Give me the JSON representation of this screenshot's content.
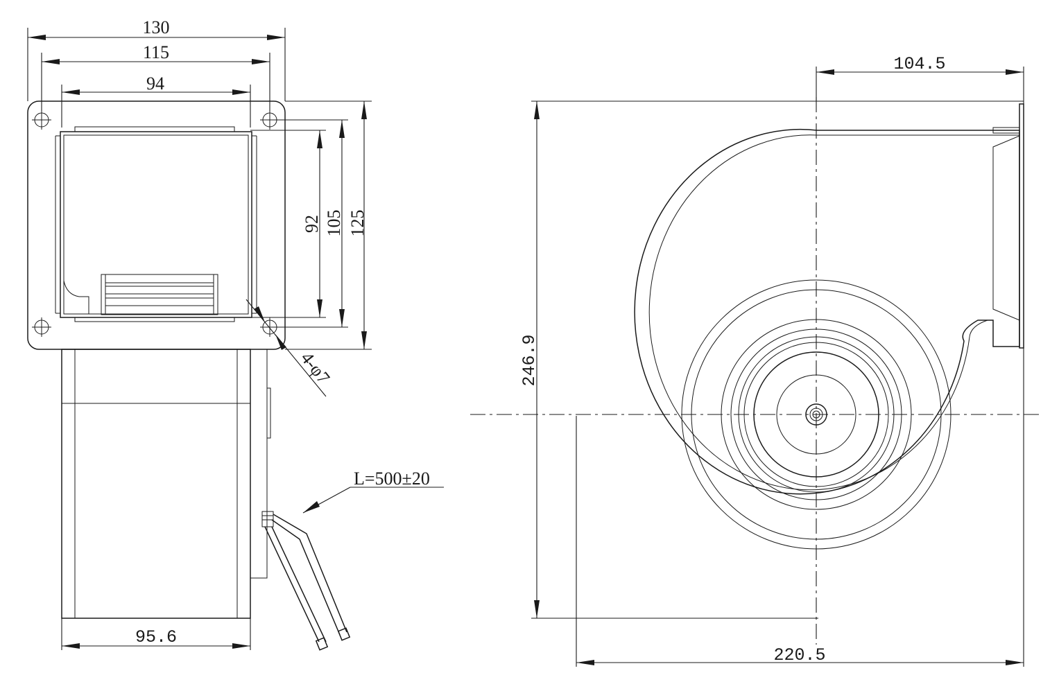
{
  "side_view": {
    "dims": {
      "width_130": "130",
      "width_115": "115",
      "width_94": "94",
      "height_92": "92",
      "height_105": "105",
      "height_125": "125",
      "holes": "4-φ7",
      "cable": "L=500±20",
      "bottom_95_6": "95.6"
    }
  },
  "front_view": {
    "dims": {
      "offset_104_5": "104.5",
      "height_246_9": "246.9",
      "width_220_5": "220.5"
    }
  },
  "colors": {
    "line": "#1a1a1a",
    "background": "#ffffff"
  }
}
